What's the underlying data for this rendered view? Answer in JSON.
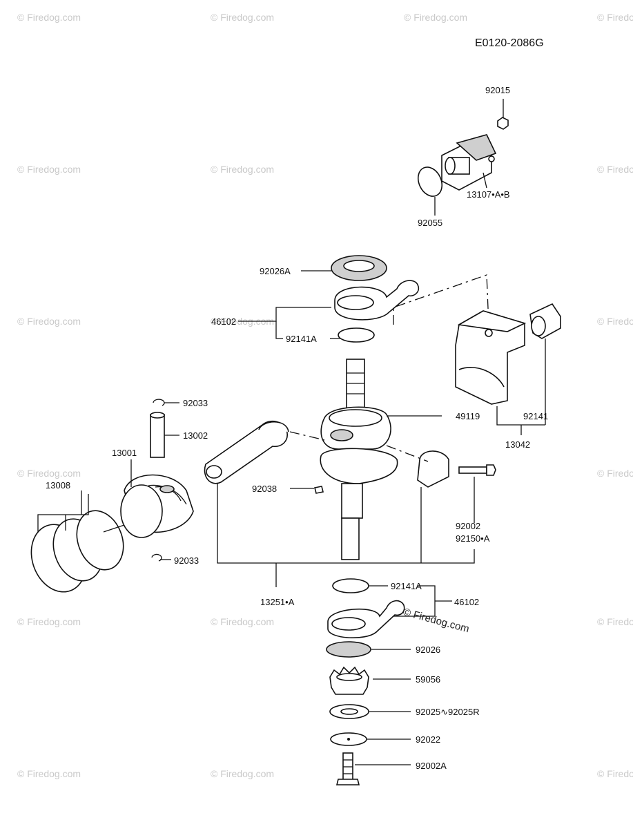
{
  "diagram_code": "E0120-2086G",
  "watermark": "© Firedog.com",
  "center_watermark": "© Firedog.com",
  "labels": {
    "p92015": "92015",
    "p13107": "13107•A•B",
    "p92055": "92055",
    "p92026A": "92026A",
    "p46102_top": "46102",
    "p92141A_top": "92141A",
    "p92141": "92141",
    "p13042": "13042",
    "p49119": "49119",
    "p92033_top": "92033",
    "p13002": "13002",
    "p13001": "13001",
    "p13008": "13008",
    "p92038": "92038",
    "p92033_bot": "92033",
    "p92002": "92002",
    "p92150A": "92150•A",
    "p13251A": "13251•A",
    "p92141A_bot": "92141A",
    "p46102_bot": "46102",
    "p92026": "92026",
    "p59056": "59056",
    "p92025": "92025∿92025R",
    "p92022": "92022",
    "p92002A": "92002A"
  }
}
